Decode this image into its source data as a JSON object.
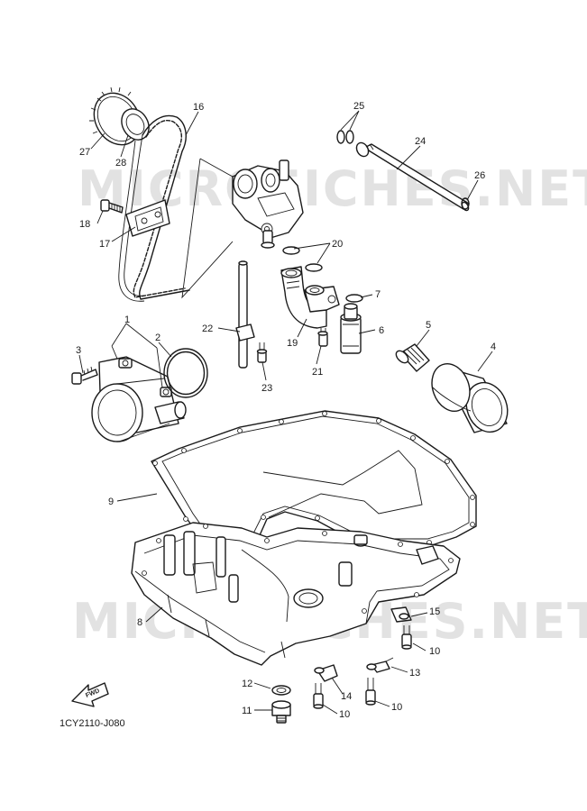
{
  "watermark": "MICROFICHES.NET",
  "diagram_code": "1CY2110-J080",
  "fwd_label": "FWD",
  "callouts": [
    "1",
    "2",
    "3",
    "4",
    "5",
    "6",
    "7",
    "8",
    "9",
    "10",
    "10",
    "10",
    "11",
    "12",
    "13",
    "14",
    "15",
    "16",
    "17",
    "18",
    "19",
    "20",
    "21",
    "22",
    "23",
    "24",
    "25",
    "26",
    "27",
    "28"
  ]
}
